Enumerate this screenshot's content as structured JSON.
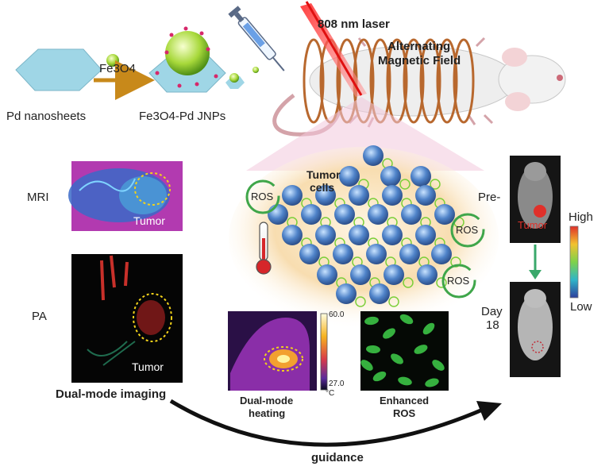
{
  "top": {
    "laser_label": "808 nm laser",
    "field_label_1": "Alternating",
    "field_label_2": "Magnetic Field",
    "reagent_label": "Fe3O4",
    "start_label": "Pd nanosheets",
    "product_label": "Fe3O4-Pd JNPs"
  },
  "left": {
    "mri_label": "MRI",
    "pa_label": "PA",
    "tumor_label_mri": "Tumor",
    "tumor_label_pa": "Tumor",
    "section_label": "Dual-mode imaging"
  },
  "center": {
    "tumor_cells_1": "Tumor",
    "tumor_cells_2": "cells",
    "ros_1": "ROS",
    "ros_2": "ROS",
    "ros_3": "ROS",
    "heating_label_1": "Dual-mode",
    "heating_label_2": "heating",
    "ros_panel_1": "Enhanced",
    "ros_panel_2": "ROS",
    "scale_max": "60.0",
    "scale_min": "27.0",
    "scale_unit": "°C"
  },
  "right": {
    "pre_label": "Pre-",
    "day_label_1": "Day",
    "day_label_2": "18",
    "tumor_label": "Tumor",
    "high_label": "High",
    "low_label": "Low"
  },
  "bottom": {
    "arrow_label": "guidance"
  },
  "colors": {
    "hexagon": "#9fd6e6",
    "arrow": "#c8891a",
    "cell": "#4f83c9",
    "glow": "#f6d8a0",
    "mri_bg": "#b23ab0",
    "green_arrow": "#3aa86b"
  }
}
